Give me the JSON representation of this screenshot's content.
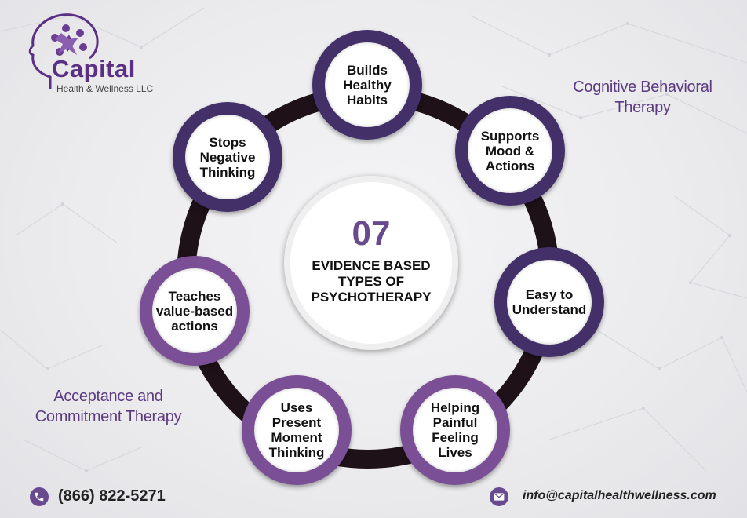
{
  "logo": {
    "name": "Capital",
    "subtitle": "Health & Wellness LLC"
  },
  "side_labels": {
    "cbt": [
      "Cognitive Behavioral",
      "Therapy"
    ],
    "act": [
      "Acceptance and",
      "Commitment Therapy"
    ]
  },
  "center": {
    "number": "07",
    "lines": [
      "EVIDENCE BASED",
      "TYPES OF",
      "PSYCHOTHERAPY"
    ]
  },
  "nodes": [
    {
      "lines": [
        "Builds",
        "Healthy",
        "Habits"
      ]
    },
    {
      "lines": [
        "Supports",
        "Mood &",
        "Actions"
      ]
    },
    {
      "lines": [
        "Easy to",
        "Understand"
      ]
    },
    {
      "lines": [
        "Helping",
        "Painful",
        "Feeling",
        "Lives"
      ]
    },
    {
      "lines": [
        "Uses",
        "Present",
        "Moment",
        "Thinking"
      ]
    },
    {
      "lines": [
        "Teaches",
        "value-based",
        "actions"
      ]
    },
    {
      "lines": [
        "Stops",
        "Negative",
        "Thinking"
      ]
    }
  ],
  "contact": {
    "phone": "(866) 822-5271",
    "email": "info@capitalhealthwellness.com"
  },
  "colors": {
    "accent": "#6a4a8f",
    "ring": "#1e1218",
    "node_dark": "#433068",
    "node_light": "#7a4f96"
  },
  "icons": {
    "phone": "phone-icon",
    "email": "envelope-icon",
    "logo": "people-star-head-icon"
  }
}
